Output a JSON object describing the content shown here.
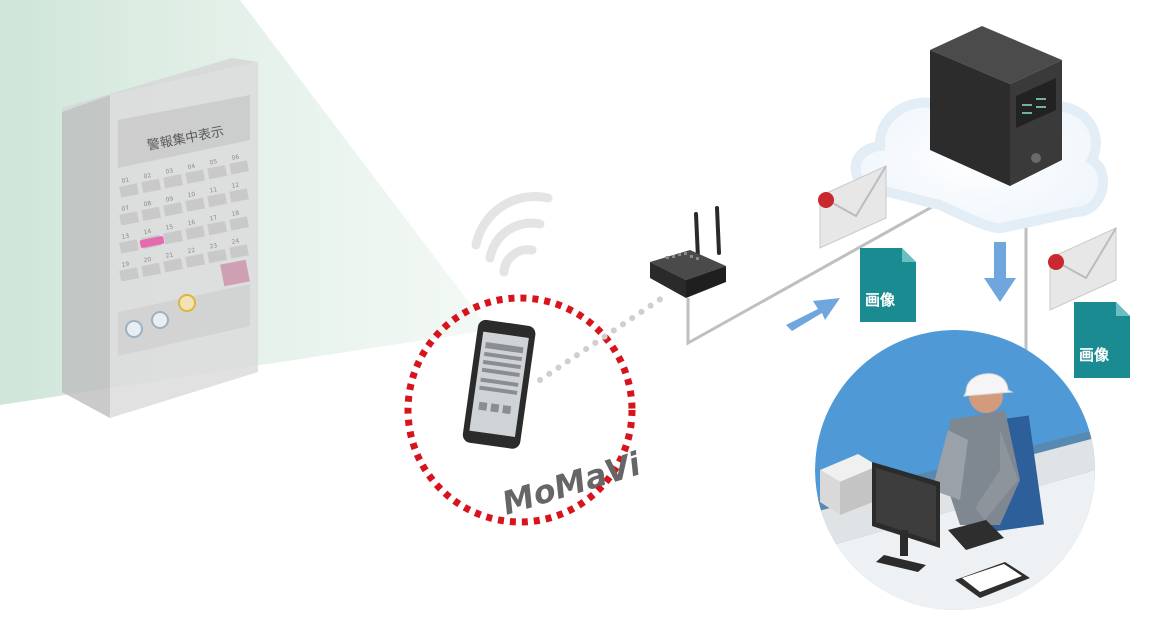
{
  "alarm_panel": {
    "title": "警報集中表示",
    "numbers": [
      "01",
      "02",
      "03",
      "04",
      "05",
      "06",
      "07",
      "08",
      "09",
      "10",
      "11",
      "12",
      "13",
      "14",
      "15",
      "16",
      "17",
      "18",
      "19",
      "20",
      "21",
      "22",
      "23",
      "24"
    ]
  },
  "device": {
    "name": "MoMaVi"
  },
  "image_file_left": {
    "label": "画像"
  },
  "image_file_right": {
    "label": "画像"
  },
  "colors": {
    "dotted_circle": "#d7141c",
    "file_icon": "#1a8c91",
    "arrow": "#6fa6dd",
    "office_bg": "#4f9ad6",
    "panel_glow": "#cfe6d9"
  }
}
